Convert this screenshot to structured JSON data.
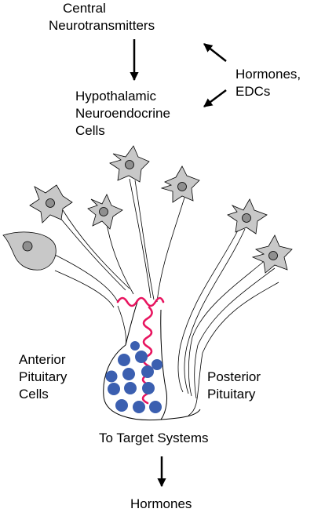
{
  "labels": {
    "central": [
      "Central",
      "Neurotransmitters"
    ],
    "hormones_edcs": [
      "Hormones,",
      "EDCs"
    ],
    "hypothalamic": [
      "Hypothalamic",
      "Neuroendocrine",
      "Cells"
    ],
    "anterior": [
      "Anterior",
      "Pituitary",
      "Cells"
    ],
    "posterior": [
      "Posterior",
      "Pituitary"
    ],
    "to_target": "To Target Systems",
    "hormones_out": "Hormones"
  },
  "colors": {
    "cell_fill": "#c8c8c8",
    "nucleus_fill": "#8f8f8f",
    "portal_vessel": "#e8145f",
    "pituitary_cell": "#3b5fb0",
    "line": "#000000"
  },
  "cell_count": 7,
  "pituitary_cell_count": 13
}
